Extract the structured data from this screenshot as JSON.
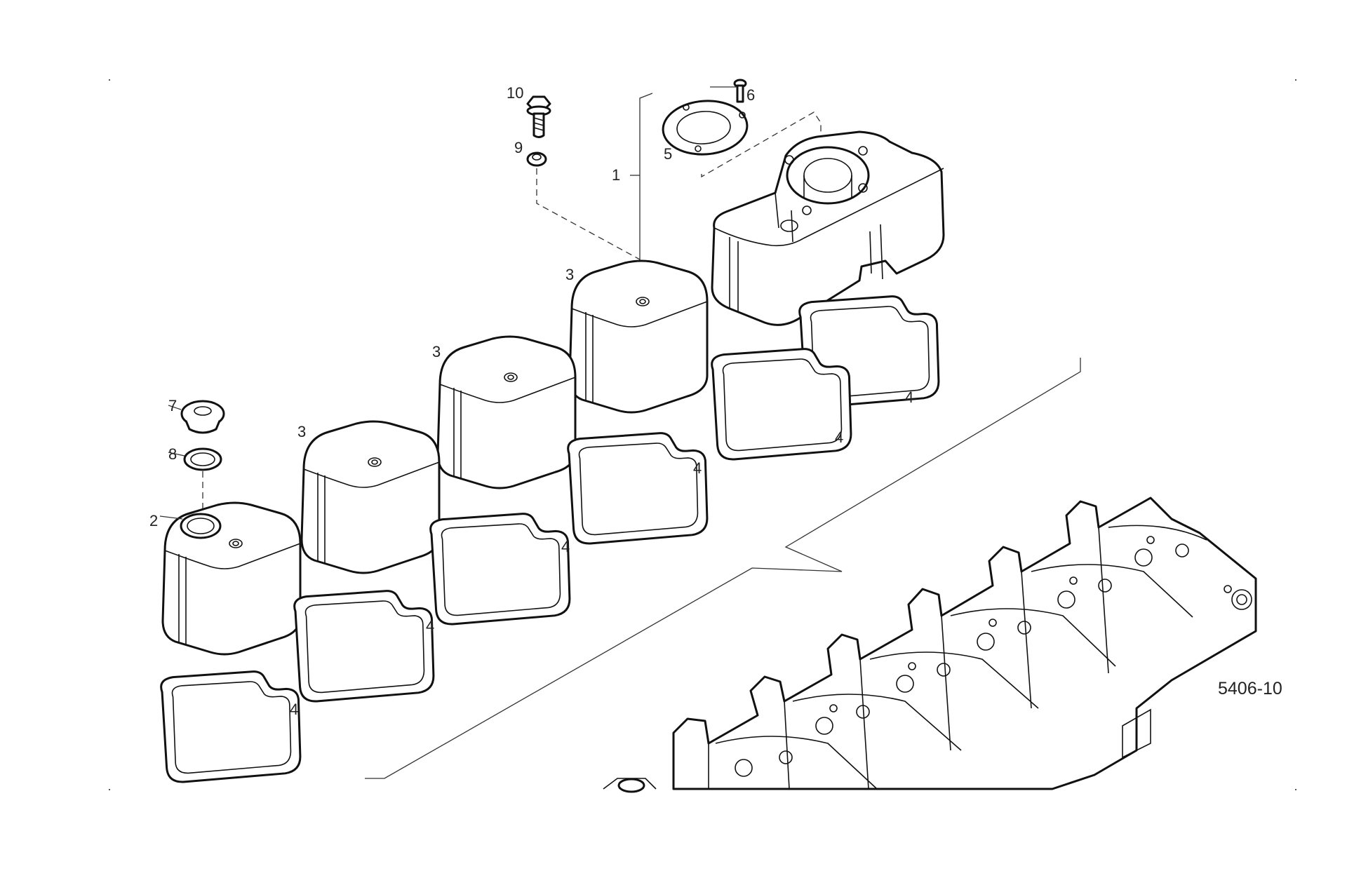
{
  "figure_code": "5406-10",
  "callouts": {
    "c1": "1",
    "c2": "2",
    "c3a": "3",
    "c3b": "3",
    "c3c": "3",
    "c4a": "4",
    "c4b": "4",
    "c4c": "4",
    "c4d": "4",
    "c4e": "4",
    "c4f": "4",
    "c5": "5",
    "c6": "6",
    "c7": "7",
    "c8": "8",
    "c9": "9",
    "c10": "10"
  },
  "colors": {
    "line": "#111111",
    "background": "#ffffff"
  }
}
